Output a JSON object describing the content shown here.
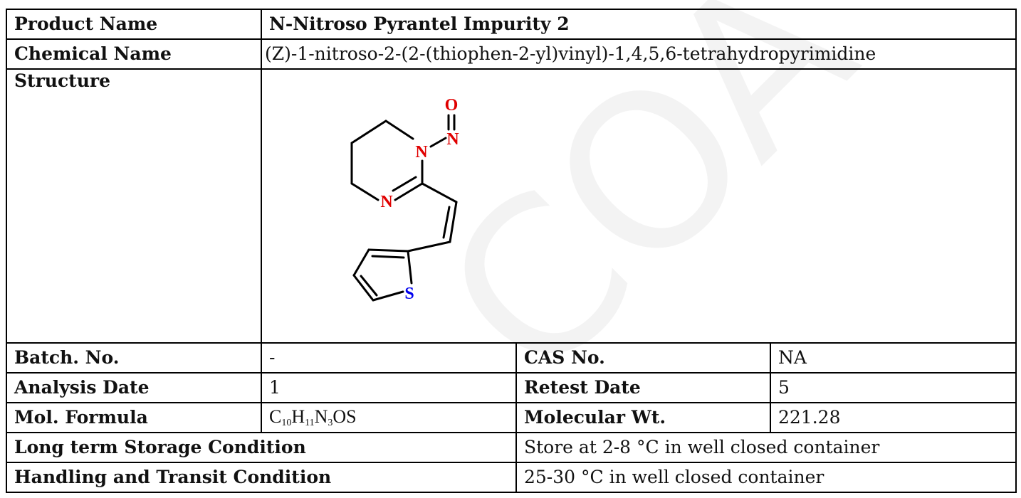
{
  "rows": {
    "product_name": {
      "label": "Product Name",
      "value": "N-Nitroso Pyrantel Impurity 2"
    },
    "chemical_name": {
      "label": "Chemical Name",
      "value": "(Z)-1-nitroso-2-(2-(thiophen-2-yl)vinyl)-1,4,5,6-tetrahydropyrimidine"
    },
    "structure": {
      "label": "Structure",
      "atoms": {
        "oxygen": "O",
        "nitroso_n": "N",
        "ring_n1": "N",
        "ring_n3": "N",
        "sulfur": "S"
      }
    },
    "batch_no": {
      "label": "Batch. No.",
      "value": "-"
    },
    "cas_no": {
      "label": "CAS No.",
      "value": "NA"
    },
    "analysis_date": {
      "label": "Analysis Date",
      "value": "1"
    },
    "retest_date": {
      "label": "Retest Date",
      "value": "5"
    },
    "mol_formula": {
      "label": "Mol. Formula",
      "parts": [
        {
          "el": "C",
          "n": "10"
        },
        {
          "el": "H",
          "n": "11"
        },
        {
          "el": "N",
          "n": "3"
        },
        {
          "el": "OS",
          "n": ""
        }
      ]
    },
    "mol_wt": {
      "label": "Molecular Wt.",
      "value": "221.28"
    },
    "storage": {
      "label": "Long term Storage Condition",
      "value": "Store at 2-8 °C in well closed container"
    },
    "handling": {
      "label": "Handling and Transit Condition",
      "value": "25-30 °C in well closed container"
    }
  },
  "watermark": "COA",
  "colors": {
    "oxygen": "#e00000",
    "nitrogen_nitroso": "#e00000",
    "nitrogen_ring": "#e00000",
    "sulfur": "#0000ee",
    "bond": "#000000"
  }
}
